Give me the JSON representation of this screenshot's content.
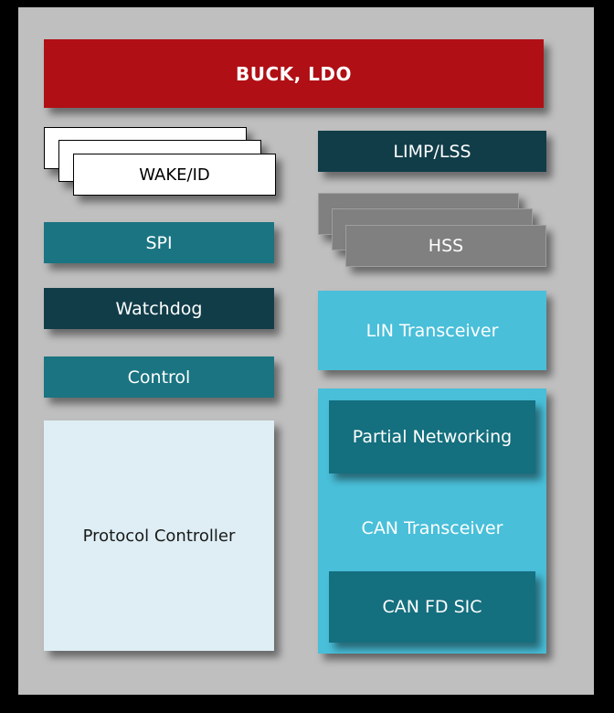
{
  "blocks": {
    "buck_ldo": "BUCK, LDO",
    "wake_id": "WAKE/ID",
    "spi": "SPI",
    "watchdog": "Watchdog",
    "control": "Control",
    "protocol_controller": "Protocol Controller",
    "limp_lss": "LIMP/LSS",
    "hss": "HSS",
    "lin_transceiver": "LIN Transceiver",
    "partial_networking": "Partial Networking",
    "can_transceiver": "CAN Transceiver",
    "can_fd_sic": "CAN FD SIC"
  },
  "colors": {
    "background": "#000000",
    "panel": "#BFBFBF",
    "red_block": "#B00F15",
    "teal_block": "#1A7482",
    "dark_teal_block": "#113D49",
    "cyan_block": "#49BFD9",
    "pale_blue_block": "#DEEEF4",
    "inner_teal_block": "#146F7E",
    "gray_card": "#808080",
    "white_card": "#FFFFFF"
  }
}
